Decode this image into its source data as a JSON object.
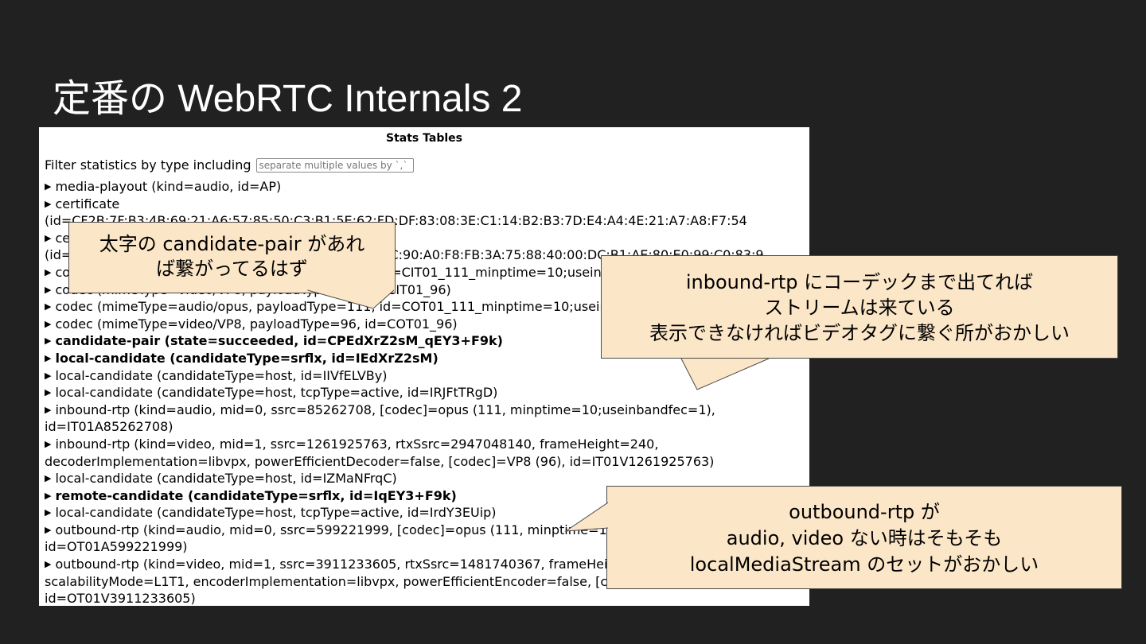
{
  "slide": {
    "title": "定番の WebRTC Internals 2"
  },
  "stats": {
    "title": "Stats Tables",
    "filter_label": "Filter statistics by type including",
    "filter_placeholder": "separate multiple values by `,`",
    "rows": [
      {
        "text": "media-playout (kind=audio, id=AP)",
        "bold": false,
        "marker": true
      },
      {
        "text": "certificate",
        "bold": false,
        "marker": true
      },
      {
        "text": "(id=CF2B:7F:B3:4B:69:21:A6:57:85:50:C3:B1:5E:62:FD:DF:83:08:3E:C1:14:B2:B3:7D:E4:A4:4E:21:A7:A8:F7:54",
        "bold": false,
        "marker": false
      },
      {
        "text": "certificate",
        "bold": false,
        "marker": true
      },
      {
        "text": "(id=CF00:11:29:3A:C4:5D:AE:72:1B:88:0C:57:2D:36:EC:90:A0:F8:FB:3A:75:88:40:00:DC:B1:AE:80:E0:99:C0:83:9",
        "bold": false,
        "marker": false
      },
      {
        "text": "codec (mimeType=audio/opus, payloadType=111, id=CIT01_111_minptime=10;useinbandfec=1)",
        "bold": false,
        "marker": true
      },
      {
        "text": "codec (mimeType=video/VP8, payloadType=96, id=CIT01_96)",
        "bold": false,
        "marker": true
      },
      {
        "text": "codec (mimeType=audio/opus, payloadType=111, id=COT01_111_minptime=10;useinbandfec=1)",
        "bold": false,
        "marker": true
      },
      {
        "text": "codec (mimeType=video/VP8, payloadType=96, id=COT01_96)",
        "bold": false,
        "marker": true
      },
      {
        "text": "candidate-pair (state=succeeded, id=CPEdXrZ2sM_qEY3+F9k)",
        "bold": true,
        "marker": true
      },
      {
        "text": "local-candidate (candidateType=srflx, id=IEdXrZ2sM)",
        "bold": true,
        "marker": true
      },
      {
        "text": "local-candidate (candidateType=host, id=IIVfELVBy)",
        "bold": false,
        "marker": true
      },
      {
        "text": "local-candidate (candidateType=host, tcpType=active, id=IRJFtTRgD)",
        "bold": false,
        "marker": true
      },
      {
        "text": "inbound-rtp (kind=audio, mid=0, ssrc=85262708, [codec]=opus (111, minptime=10;useinbandfec=1),",
        "bold": false,
        "marker": true
      },
      {
        "text": "id=IT01A85262708)",
        "bold": false,
        "marker": false
      },
      {
        "text": "inbound-rtp (kind=video, mid=1, ssrc=1261925763, rtxSsrc=2947048140, frameHeight=240,",
        "bold": false,
        "marker": true
      },
      {
        "text": "decoderImplementation=libvpx, powerEfficientDecoder=false, [codec]=VP8 (96), id=IT01V1261925763)",
        "bold": false,
        "marker": false
      },
      {
        "text": "local-candidate (candidateType=host, id=IZMaNFrqC)",
        "bold": false,
        "marker": true
      },
      {
        "text": "remote-candidate (candidateType=srflx, id=IqEY3+F9k)",
        "bold": true,
        "marker": true
      },
      {
        "text": "local-candidate (candidateType=host, tcpType=active, id=IrdY3EUip)",
        "bold": false,
        "marker": true
      },
      {
        "text": "outbound-rtp (kind=audio, mid=0, ssrc=599221999, [codec]=opus (111, minptime=10;useinbandfec=1),",
        "bold": false,
        "marker": true
      },
      {
        "text": "id=OT01A599221999)",
        "bold": false,
        "marker": false
      },
      {
        "text": "outbound-rtp (kind=video, mid=1, ssrc=3911233605, rtxSsrc=1481740367, frameHeight=240,",
        "bold": false,
        "marker": true
      },
      {
        "text": "scalabilityMode=L1T1, encoderImplementation=libvpx, powerEfficientEncoder=false, [codec]=VP8 (96),",
        "bold": false,
        "marker": false
      },
      {
        "text": "id=OT01V3911233605)",
        "bold": false,
        "marker": false
      }
    ]
  },
  "callouts": [
    {
      "lines": [
        "太字の candidate-pair があれ",
        "ば繋がってるはず"
      ]
    },
    {
      "lines": [
        "inbound-rtp にコーデックまで出てれば",
        "ストリームは来ている",
        "表示できなければビデオタグに繋ぐ所がおかしい"
      ]
    },
    {
      "lines": [
        "outbound-rtp が",
        "audio, video ない時はそもそも",
        "localMediaStream のセットがおかしい"
      ]
    }
  ],
  "colors": {
    "background": "#212121",
    "callout_fill": "#fce6c8",
    "callout_border": "#4a4a4a"
  }
}
